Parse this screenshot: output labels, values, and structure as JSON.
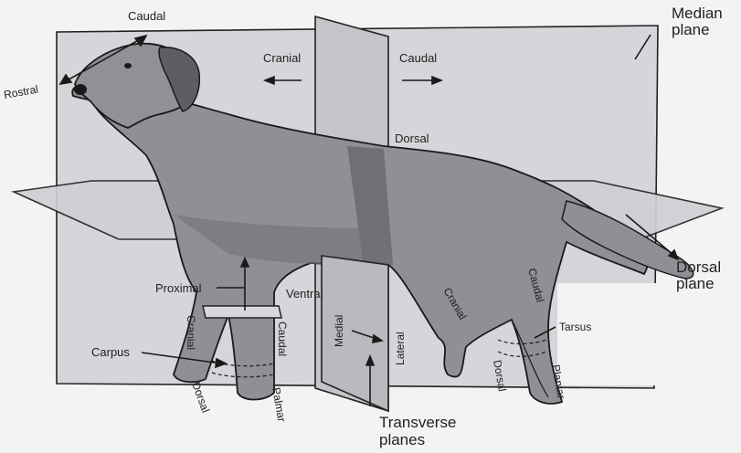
{
  "labels": {
    "caudal_top": "Caudal",
    "rostral": "Rostral",
    "cranial_top": "Cranial",
    "caudal_mid": "Caudal",
    "median_plane_1": "Median",
    "median_plane_2": "plane",
    "dorsal_body": "Dorsal",
    "dorsal_plane_1": "Dorsal",
    "dorsal_plane_2": "plane",
    "proximal": "Proximal",
    "ventral": "Ventral",
    "cranial_fore": "Cranial",
    "caudal_fore": "Caudal",
    "carpus": "Carpus",
    "dorsal_fore": "Dorsal",
    "palmar": "Palmar",
    "medial": "Medial",
    "lateral": "Lateral",
    "cranial_hind": "Cranial",
    "caudal_hind": "Caudal",
    "tarsus": "Tarsus",
    "dorsal_hind": "Dorsal",
    "plantar": "Plantar",
    "transverse_1": "Transverse",
    "transverse_2": "planes"
  },
  "colors": {
    "background": "#f3f3f3",
    "plane": "#c9c9cd",
    "plane_light": "#dcdce0",
    "dog": "#8c8c92",
    "dog_dark": "#55555b",
    "outline": "#1a1a1a"
  }
}
